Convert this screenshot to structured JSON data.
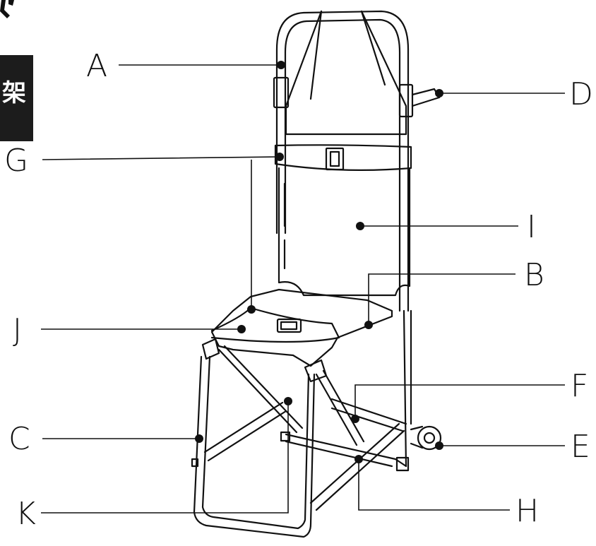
{
  "side_tab": {
    "char": "架"
  },
  "callouts": {
    "A": "A",
    "B": "B",
    "C": "C",
    "D": "D",
    "E": "E",
    "F": "F",
    "G": "G",
    "H": "H",
    "I": "I",
    "J": "J",
    "K": "K"
  }
}
